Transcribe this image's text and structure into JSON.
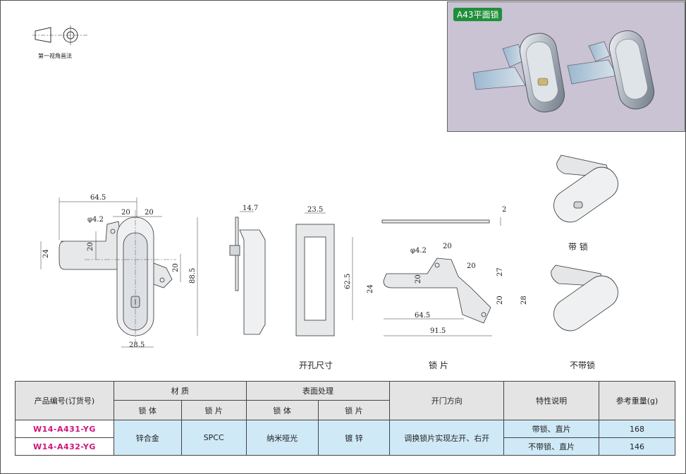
{
  "projection": {
    "caption": "第一视角画法"
  },
  "photo": {
    "tag": "A43平面锁"
  },
  "views": {
    "front": {
      "dims": [
        "64.5",
        "φ4.2",
        "20",
        "20",
        "24",
        "20",
        "20",
        "88.5",
        "28.5"
      ]
    },
    "side": {
      "dims": [
        "14.7"
      ]
    },
    "cutout": {
      "label": "开孔尺寸",
      "dims": [
        "23.5",
        "62.5"
      ]
    },
    "latch": {
      "label": "锁 片",
      "dims": [
        "2",
        "φ4.2",
        "20",
        "20",
        "24",
        "20",
        "27",
        "20",
        "28",
        "64.5",
        "91.5"
      ]
    },
    "variants": [
      {
        "label": "带 锁"
      },
      {
        "label": "不带锁"
      }
    ]
  },
  "table": {
    "headers": {
      "product": "产品编号(订货号)",
      "material": "材 质",
      "surface": "表面处理",
      "direction": "开门方向",
      "features": "特性说明",
      "weight": "参考重量(g)",
      "body": "锁 体",
      "piece": "锁 片"
    },
    "shared": {
      "material_body": "锌合金",
      "material_piece": "SPCC",
      "surface_body": "纳米哑光",
      "surface_piece": "镀 锌",
      "direction": "调换锁片实现左开、右开"
    },
    "rows": [
      {
        "code": "W14-A431-YG",
        "feature": "带锁、直片",
        "weight": "168"
      },
      {
        "code": "W14-A432-YG",
        "feature": "不带锁、直片",
        "weight": "146"
      }
    ]
  }
}
